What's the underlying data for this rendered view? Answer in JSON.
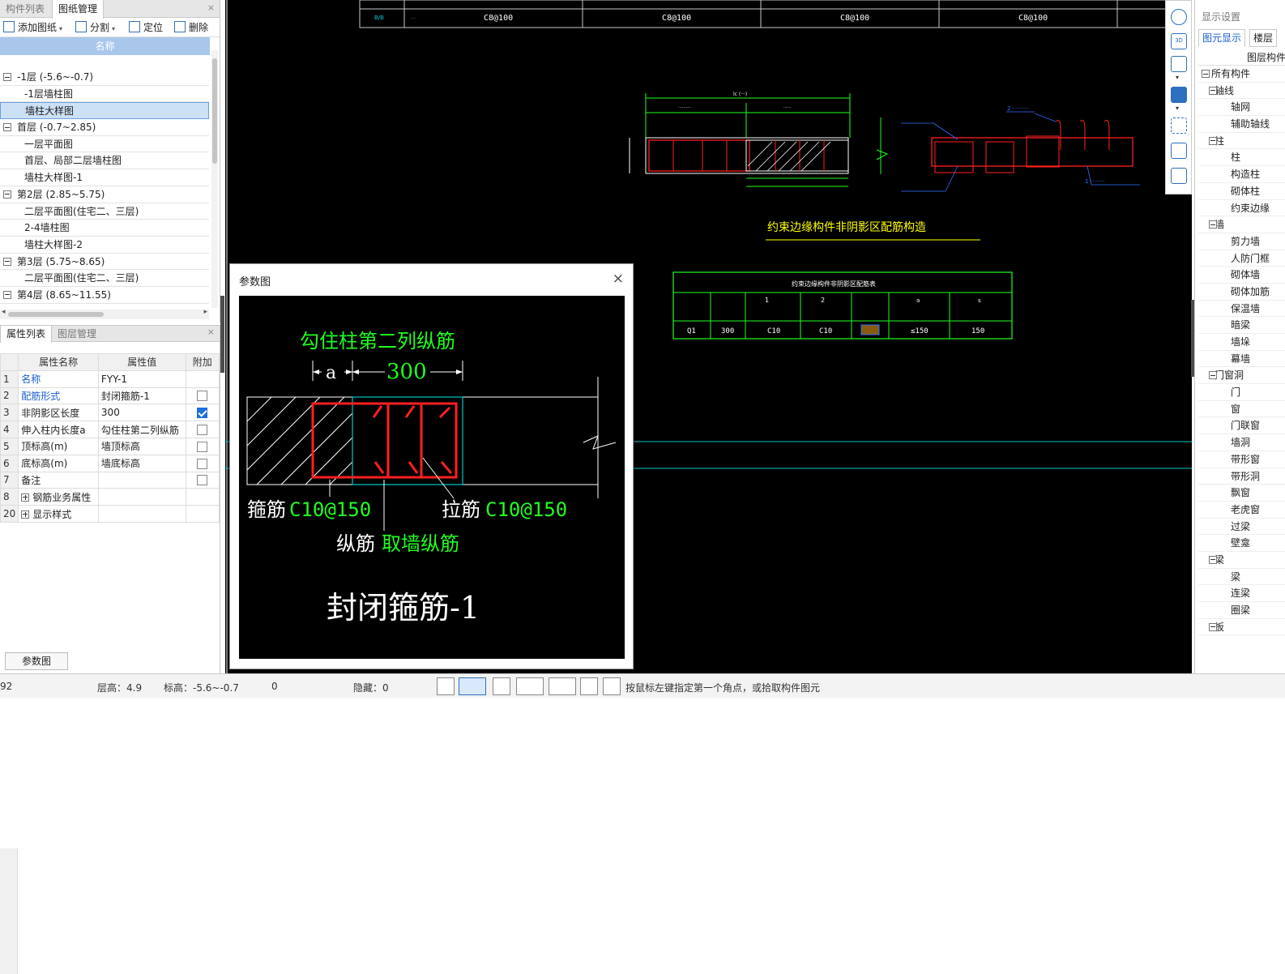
{
  "left_top": {
    "tabs": [
      "构件列表",
      "图纸管理"
    ],
    "close": "×",
    "toolbar": {
      "add": "添加图纸",
      "split": "分割",
      "locate": "定位",
      "delete": "删除"
    },
    "tree_header": "名称",
    "tree": [
      {
        "label": "-1层 (-5.6~-0.7)",
        "level": 0
      },
      {
        "label": "-1层墙柱图",
        "level": 1
      },
      {
        "label": "墙柱大样图",
        "level": 1,
        "selected": true
      },
      {
        "label": "首层 (-0.7~2.85)",
        "level": 0
      },
      {
        "label": "一层平面图",
        "level": 1
      },
      {
        "label": "首层、局部二层墙柱图",
        "level": 1
      },
      {
        "label": "墙柱大样图-1",
        "level": 1
      },
      {
        "label": "第2层 (2.85~5.75)",
        "level": 0
      },
      {
        "label": "二层平面图(住宅二、三层)",
        "level": 1
      },
      {
        "label": "2-4墙柱图",
        "level": 1
      },
      {
        "label": "墙柱大样图-2",
        "level": 1
      },
      {
        "label": "第3层 (5.75~8.65)",
        "level": 0
      },
      {
        "label": "二层平面图(住宅二、三层)",
        "level": 1
      },
      {
        "label": "第4层 (8.65~11.55)",
        "level": 0
      }
    ]
  },
  "left_bottom": {
    "tabs": [
      "属性列表",
      "图层管理"
    ],
    "headers": [
      "属性名称",
      "属性值",
      "附加"
    ],
    "rows": [
      {
        "num": "1",
        "name": "名称",
        "value": "FYY-1",
        "blue": true,
        "check": null
      },
      {
        "num": "2",
        "name": "配筋形式",
        "value": "封闭箍筋-1",
        "blue": true,
        "check": false
      },
      {
        "num": "3",
        "name": "非阴影区长度",
        "value": "300",
        "blue": false,
        "check": true
      },
      {
        "num": "4",
        "name": "伸入柱内长度a",
        "value": "勾住柱第二列纵筋",
        "blue": false,
        "check": false
      },
      {
        "num": "5",
        "name": "顶标高(m)",
        "value": "墙顶标高",
        "blue": false,
        "check": false
      },
      {
        "num": "6",
        "name": "底标高(m)",
        "value": "墙底标高",
        "blue": false,
        "check": false
      },
      {
        "num": "7",
        "name": "备注",
        "value": "",
        "blue": false,
        "check": false
      },
      {
        "num": "8",
        "name": "钢筋业务属性",
        "value": "",
        "blue": false,
        "check": null,
        "expand": true
      },
      {
        "num": "20",
        "name": "显示样式",
        "value": "",
        "blue": false,
        "check": null,
        "expand": true
      }
    ],
    "param_button": "参数图"
  },
  "canvas": {
    "table_top_cells": [
      "C8@100",
      "C8@100",
      "C8@100",
      "C8@100"
    ],
    "detail_title": "约束边缘构件非阴影区配筋构造",
    "table_title": "约束边缘构件非阴影区配筋表",
    "table_row": [
      "Q1",
      "300",
      "C10",
      "C10",
      "",
      "≤150",
      "150"
    ],
    "table_head_nums": [
      "1",
      "2",
      "a",
      "s"
    ]
  },
  "dialog": {
    "title": "参数图",
    "close": "×",
    "label_top": "勾住柱第二列纵筋",
    "dim_a": "a",
    "dim_300": "300",
    "stirrup_label": "箍筋",
    "stirrup_value": "C10@150",
    "tie_label": "拉筋",
    "tie_value": "C10@150",
    "long_label": "纵筋",
    "long_value": "取墙纵筋",
    "caption": "封闭箍筋-1"
  },
  "right_panel": {
    "title": "显示设置",
    "tabs": [
      "图元显示",
      "楼层"
    ],
    "col_head": "图层构件",
    "items": [
      {
        "label": "所有构件",
        "kind": "top"
      },
      {
        "label": "轴线",
        "kind": "cat"
      },
      {
        "label": "轴网",
        "kind": "item"
      },
      {
        "label": "辅助轴线",
        "kind": "item"
      },
      {
        "label": "柱",
        "kind": "cat"
      },
      {
        "label": "柱",
        "kind": "item"
      },
      {
        "label": "构造柱",
        "kind": "item"
      },
      {
        "label": "砌体柱",
        "kind": "item"
      },
      {
        "label": "约束边缘",
        "kind": "item"
      },
      {
        "label": "墙",
        "kind": "cat"
      },
      {
        "label": "剪力墙",
        "kind": "item"
      },
      {
        "label": "人防门框",
        "kind": "item"
      },
      {
        "label": "砌体墙",
        "kind": "item"
      },
      {
        "label": "砌体加筋",
        "kind": "item"
      },
      {
        "label": "保温墙",
        "kind": "item"
      },
      {
        "label": "暗梁",
        "kind": "item"
      },
      {
        "label": "墙垛",
        "kind": "item"
      },
      {
        "label": "幕墙",
        "kind": "item"
      },
      {
        "label": "门窗洞",
        "kind": "cat"
      },
      {
        "label": "门",
        "kind": "item"
      },
      {
        "label": "窗",
        "kind": "item"
      },
      {
        "label": "门联窗",
        "kind": "item"
      },
      {
        "label": "墙洞",
        "kind": "item"
      },
      {
        "label": "带形窗",
        "kind": "item"
      },
      {
        "label": "带形洞",
        "kind": "item"
      },
      {
        "label": "飘窗",
        "kind": "item"
      },
      {
        "label": "老虎窗",
        "kind": "item"
      },
      {
        "label": "过梁",
        "kind": "item"
      },
      {
        "label": "壁龛",
        "kind": "item"
      },
      {
        "label": "梁",
        "kind": "cat"
      },
      {
        "label": "梁",
        "kind": "item"
      },
      {
        "label": "连梁",
        "kind": "item"
      },
      {
        "label": "圈梁",
        "kind": "item"
      },
      {
        "label": "板",
        "kind": "cat"
      }
    ]
  },
  "status": {
    "coord": "92",
    "floor_h": "层高：4.9",
    "elev": "标高：-5.6~-0.7",
    "zero": "0",
    "hidden": "隐藏：0",
    "hint": "按鼠标左键指定第一个角点，或拾取构件图元"
  },
  "colors": {
    "cad_white": "#ffffff",
    "cad_red": "#ff2020",
    "cad_green": "#20ff20",
    "cad_cyan": "#00c8c8",
    "cad_yellow": "#ffff00",
    "cad_blue": "#3070ff",
    "accent": "#1a5fcf"
  }
}
